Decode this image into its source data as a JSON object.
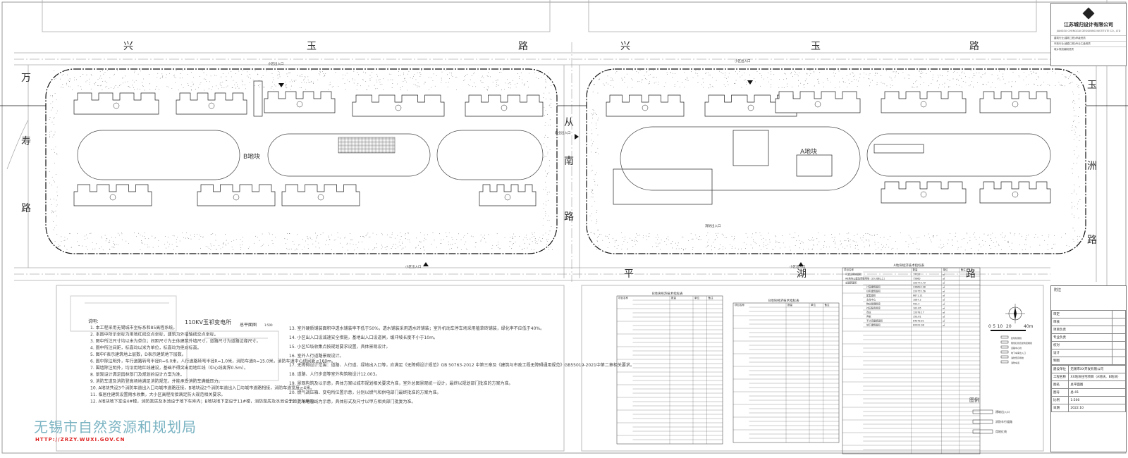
{
  "roads": {
    "top": [
      "兴",
      "玉",
      "路",
      "兴",
      "玉",
      "路"
    ],
    "left": [
      "万",
      "寿",
      "路"
    ],
    "middle": [
      "从",
      "南",
      "路"
    ],
    "right": [
      "玉",
      "洲",
      "路"
    ],
    "bottom": [
      "平",
      "湖",
      "路"
    ]
  },
  "blocks": {
    "b": "B地块",
    "a": "A地块"
  },
  "entrances": {
    "b_north": "小区出入口",
    "a_north": "小区出入口",
    "b_south": "小区出入口",
    "a_south": "小区出入口",
    "commercial": "商业出入口",
    "fire": "消防出入口"
  },
  "substation": "110KV玉祁变电所",
  "plan_title": "总平面图",
  "plan_scale": "1:500",
  "notes": {
    "heading": "说明：",
    "items": [
      "1. 本工程采用无锡城市坐标系和85高程系统。",
      "2. 本图中所示坐标为用地红线交点坐标，建筑为外墙轴线交点坐标。",
      "3. 图中所注尺寸均以米为单位；间距尺寸为主体建筑外墙尺寸，道路尺寸为道路边缘尺寸。",
      "4. 图中所注间距，标高均以米为单位，标高均为绝对标高。",
      "5. 图中F表示建筑地上层数，D表示建筑地下层数。",
      "6. 图中除注明外，车行道路转弯半径R=6.0米，人行道路转弯半径R=1.0米，消防车道R=15.0米，消防车道中心线间距≤160m。",
      "7. 围墙除注明外，均沿用地红线建设，基础不得突出用地红线（中心线离界0.5m）。",
      "8. 景观设计满足园林部门及规划的设计方案为准。",
      "9. 消防车道及消防登高场地满足消防规范，并能承受消防车满载压力。",
      "10. A地块共设3个消防车道出入口与城市道路连接，B地块设2个消防车道出入口与城市道路相接，消防车道宽度≥4米。",
      "11. 临居住建筑设置雨水收集，大小区高程衔接满足防火规范相关要求。",
      "12. A地块地下室设4#楼，消防泵房及水池设于地下车库内；B地块地下室设于11#楼，消防泵房及水池设于地下车库内。",
      "13. 室外硬质铺装面积中透水铺装率不低于50%，透水铺装采用透水砖铺装；室外机动车停车场采用植草砖铺装，绿化率不应低于40%。",
      "14. 小区出入口设减速安全措施，基地出入口设道闸，缓冲坡长度不小于10m。",
      "15. 小区垃圾收集点按规划要求设置，具体景观设计。",
      "16. 室外人行道路景观设计。",
      "17. 无障碍设计范围：道路、人行道、绿地出入口等，应满足《无障碍设计规范》GB 50763-2012 中第三章及《建筑与市政工程无障碍通用规范》GB55019-2021中第二章相关要求。",
      "18. 道路、人行步道等室外构筑物设计12.003。",
      "19. 景观构筑及以示意，具体方案以城市规划相关要求为准，室外总图景观统一设计，最终以规划部门批准的方案为准。",
      "20. 燃气调压箱、变电所位置示意，分别以燃气和供电部门最终批准的方案为准。",
      "21. 此场地管线为示意，具体形式及尺寸以甲方相关部门批复为准。"
    ]
  },
  "tables": {
    "b_title": "B地块经济技术指标表",
    "c_title": "B地块经济技术指标表",
    "a_title": "A地块经济技术指标表",
    "headers": [
      "项目名称",
      "数量",
      "单位",
      "备注"
    ],
    "a_rows": [
      [
        "可建设用地面积",
        "77727",
        "㎡"
      ],
      [
        "AB地块公建及商服用地（20.0米以上）",
        "75860",
        "㎡"
      ],
      [
        "总建筑面积",
        "320773.79",
        "㎡"
      ],
      [
        "计容建筑面积",
        "236694.98",
        "㎡"
      ],
      [
        "住宅建筑面积",
        "229755.56",
        "㎡"
      ],
      [
        "配套面积",
        "6671.21",
        "㎡"
      ],
      [
        "文化中心",
        "1067.2",
        "㎡"
      ],
      [
        "物业管理用房",
        "553.4",
        "㎡"
      ],
      [
        "社区服务用房",
        "103.65",
        "㎡"
      ],
      [
        "商业",
        "12078.17",
        "㎡"
      ],
      [
        "养老",
        "350.61",
        "㎡"
      ],
      [
        "不计容建筑面积",
        "84078.81",
        "㎡"
      ],
      [
        "地下建筑面积",
        "82922.08",
        "㎡"
      ]
    ]
  },
  "legend": {
    "title": "图例",
    "scale_ticks": [
      "0",
      "5",
      "10",
      "20",
      "40m"
    ],
    "items": [
      "建筑轮廓线",
      "规划红线及建筑控制线",
      "道路中心线",
      "地下车库出入口",
      "消防登高场地",
      "消防车道",
      "建筑出入口",
      "消防车行道路",
      "用地红线"
    ]
  },
  "title_block": {
    "company": "江苏城归设计有限公司",
    "company_en": "JIANGSU CHENGGUI DESIGNING INSTITUTE CO., LTD",
    "qualifications": [
      "建筑行业(建筑工程)甲级资质",
      "市政行业(道路工程)专业乙级资质",
      "城乡规划编制资质"
    ],
    "notes_label": "附注",
    "sign_rows": [
      "审定",
      "审核",
      "项目负责",
      "专业负责",
      "校对",
      "设计",
      "制图"
    ],
    "project_label": "建设单位",
    "project": "无锡市XX开发有限公司",
    "work_label": "工程名称",
    "work": "XX地块住宅项目（A地块、B地块）",
    "drawing_label": "图名",
    "drawing": "总平面图",
    "drawing_no_label": "图号",
    "drawing_no": "总-01",
    "scale_label": "比例",
    "scale": "1:500",
    "date_label": "日期",
    "date": "2022.10"
  },
  "watermark": {
    "org": "无锡市自然资源和规划局",
    "url": "HTTP://ZRZY.WUXI.GOV.CN"
  }
}
